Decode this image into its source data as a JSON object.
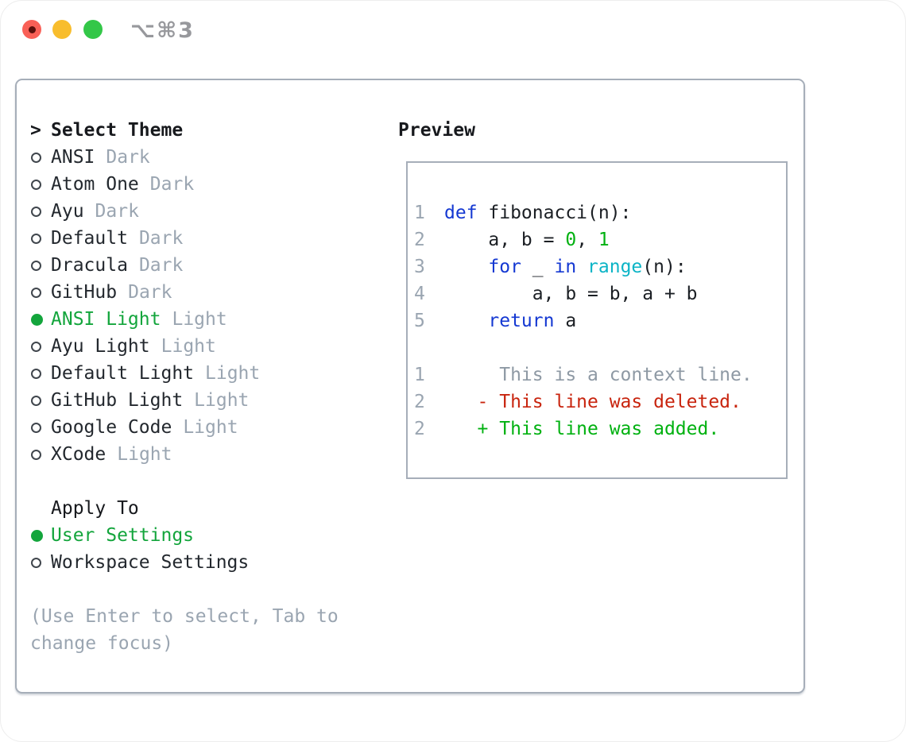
{
  "window": {
    "title": "⌥⌘3"
  },
  "colors": {
    "selection_green": "#13a53c",
    "added_green": "#00b110",
    "deleted_red": "#c8240e",
    "keyword_blue": "#1438d2",
    "builtin_cyan": "#0cb4c6",
    "muted_gray": "#9aa5b1",
    "panel_border": "#a6aeb9",
    "traffic_red": "#f96057",
    "traffic_yellow": "#f8bd2d",
    "traffic_green": "#33c748"
  },
  "theme_panel": {
    "header": {
      "prefix": ">",
      "label": "Select Theme"
    },
    "themes": [
      {
        "name": "ANSI",
        "tag": "Dark",
        "selected": false
      },
      {
        "name": "Atom One",
        "tag": "Dark",
        "selected": false
      },
      {
        "name": "Ayu",
        "tag": "Dark",
        "selected": false
      },
      {
        "name": "Default",
        "tag": "Dark",
        "selected": false
      },
      {
        "name": "Dracula",
        "tag": "Dark",
        "selected": false
      },
      {
        "name": "GitHub",
        "tag": "Dark",
        "selected": false
      },
      {
        "name": "ANSI Light",
        "tag": "Light",
        "selected": true
      },
      {
        "name": "Ayu Light",
        "tag": "Light",
        "selected": false
      },
      {
        "name": "Default Light",
        "tag": "Light",
        "selected": false
      },
      {
        "name": "GitHub Light",
        "tag": "Light",
        "selected": false
      },
      {
        "name": "Google Code",
        "tag": "Light",
        "selected": false
      },
      {
        "name": "XCode",
        "tag": "Light",
        "selected": false
      }
    ],
    "apply_to": {
      "label": "Apply To",
      "options": [
        {
          "name": "User Settings",
          "selected": true
        },
        {
          "name": "Workspace Settings",
          "selected": false
        }
      ]
    },
    "footer_hint_line1": "(Use Enter to select, Tab to",
    "footer_hint_line2": "change focus)"
  },
  "preview": {
    "label": "Preview",
    "code": [
      {
        "num": "1",
        "tokens": [
          {
            "t": "def",
            "c": "kw"
          },
          {
            "t": " fibonacci(n):",
            "c": "plain"
          }
        ]
      },
      {
        "num": "2",
        "tokens": [
          {
            "t": "    a, b = ",
            "c": "plain"
          },
          {
            "t": "0",
            "c": "num"
          },
          {
            "t": ", ",
            "c": "plain"
          },
          {
            "t": "1",
            "c": "num"
          }
        ]
      },
      {
        "num": "3",
        "tokens": [
          {
            "t": "    ",
            "c": "plain"
          },
          {
            "t": "for",
            "c": "kw"
          },
          {
            "t": " _ ",
            "c": "plain"
          },
          {
            "t": "in",
            "c": "kw"
          },
          {
            "t": " ",
            "c": "plain"
          },
          {
            "t": "range",
            "c": "builtin"
          },
          {
            "t": "(n):",
            "c": "plain"
          }
        ]
      },
      {
        "num": "4",
        "tokens": [
          {
            "t": "        a, b = b, a + b",
            "c": "plain"
          }
        ]
      },
      {
        "num": "5",
        "tokens": [
          {
            "t": "    ",
            "c": "plain"
          },
          {
            "t": "return",
            "c": "kw"
          },
          {
            "t": " a",
            "c": "plain"
          }
        ]
      }
    ],
    "diff": [
      {
        "num": "1",
        "text": "     This is a context line.",
        "kind": "context"
      },
      {
        "num": "2",
        "text": "   - This line was deleted.",
        "kind": "deleted"
      },
      {
        "num": "2",
        "text": "   + This line was added.",
        "kind": "added"
      }
    ]
  }
}
